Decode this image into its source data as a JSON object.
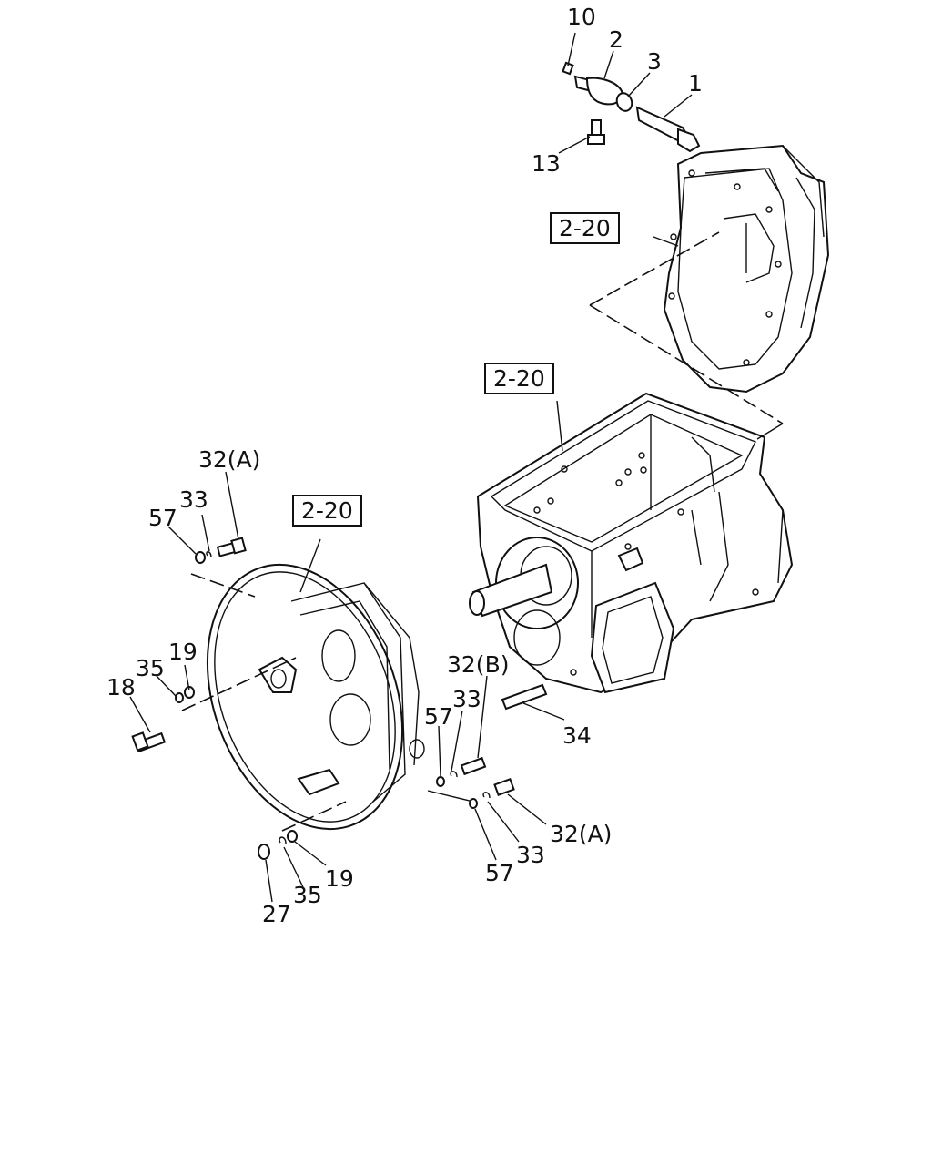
{
  "callouts": {
    "c10": "10",
    "c2": "2",
    "c3": "3",
    "c1": "1",
    "c13": "13",
    "c32a_top": "32(A)",
    "c33_top": "33",
    "c57_top": "57",
    "c19_left": "19",
    "c35_left": "35",
    "c18": "18",
    "c32b": "32(B)",
    "c33_mid": "33",
    "c57_mid": "57",
    "c34": "34",
    "c32a_bottom": "32(A)",
    "c33_bottom": "33",
    "c57_bottom": "57",
    "c19_bottom": "19",
    "c35_bottom": "35",
    "c27": "27"
  },
  "references": {
    "ref_top": "2-20",
    "ref_middle": "2-20",
    "ref_left": "2-20"
  }
}
